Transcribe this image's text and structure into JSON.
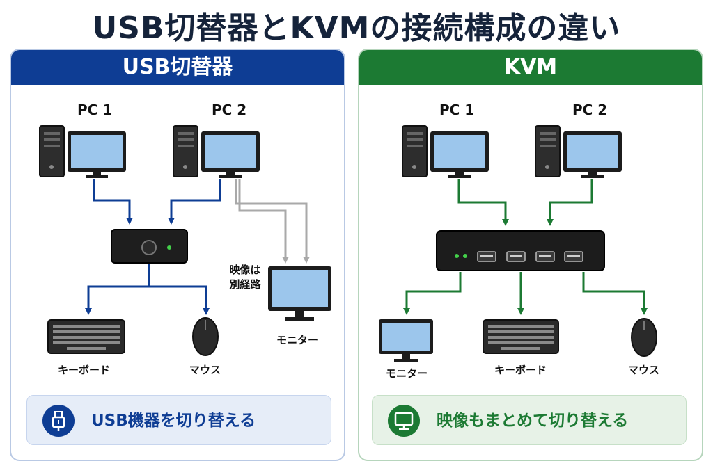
{
  "title": "USB切替器とKVMの接続構成の違い",
  "colors": {
    "usb_accent": "#0e3d94",
    "kvm_accent": "#1c7a33",
    "video_line": "#a9a9a9"
  },
  "usb_panel": {
    "header": "USB切替器",
    "pc1_label": "PC 1",
    "pc2_label": "PC 2",
    "note": "映像は別経路",
    "keyboard_label": "キーボード",
    "mouse_label": "マウス",
    "monitor_label": "モニター",
    "banner_text": "USB機器を切り替える",
    "banner_icon": "usb-icon"
  },
  "kvm_panel": {
    "header": "KVM",
    "pc1_label": "PC 1",
    "pc2_label": "PC 2",
    "monitor_label": "モニター",
    "keyboard_label": "キーボード",
    "mouse_label": "マウス",
    "banner_text": "映像もまとめて切り替える",
    "banner_icon": "monitor-icon"
  }
}
